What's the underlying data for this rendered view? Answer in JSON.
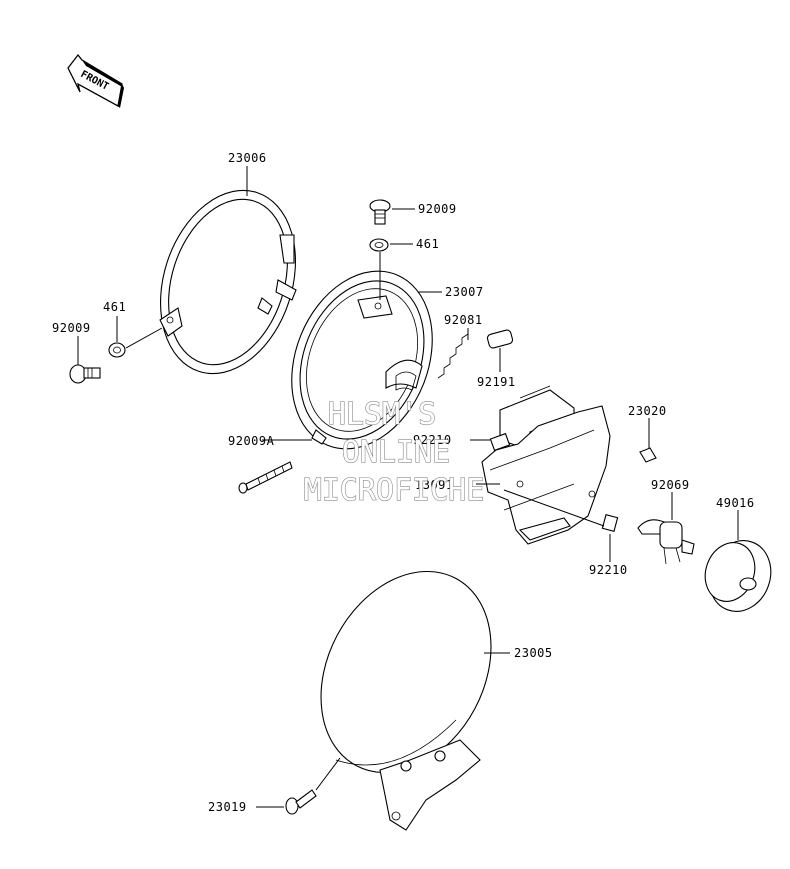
{
  "front_arrow": {
    "label": "FRONT"
  },
  "parts": {
    "p23006": "23006",
    "p92009_top": "92009",
    "p461_top": "461",
    "p23007": "23007",
    "p92081": "92081",
    "p461_left": "461",
    "p92009_left": "92009",
    "p92191": "92191",
    "p23020": "23020",
    "p92210_mid": "92210",
    "p92009A": "92009A",
    "p13091": "13091",
    "p92069": "92069",
    "p49016": "49016",
    "p92210_low": "92210",
    "p23005": "23005",
    "p23019": "23019"
  },
  "watermark": {
    "line1": "HLSM'S",
    "line2": "ONLINE",
    "line3": "MICROFICHE"
  }
}
